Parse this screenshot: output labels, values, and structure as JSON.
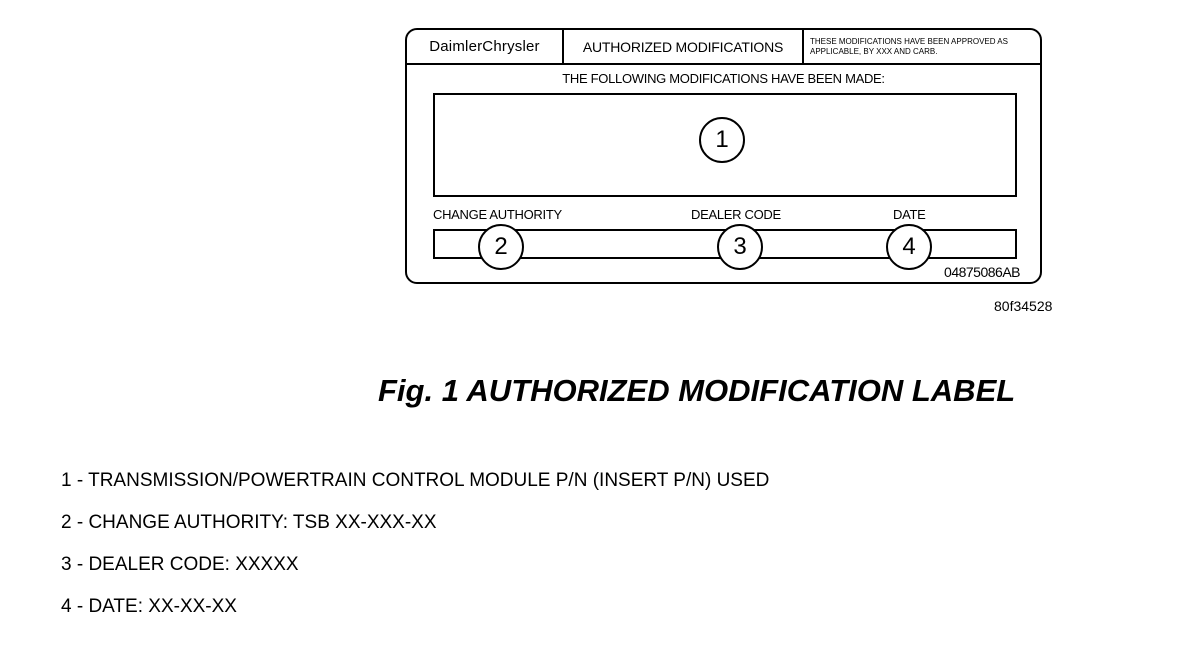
{
  "label": {
    "brand": "DaimlerChrysler",
    "title": "AUTHORIZED MODIFICATIONS",
    "approval_note": "THESE MODIFICATIONS HAVE BEEN APPROVED AS APPLICABLE, BY XXX AND CARB.",
    "following_text": "THE FOLLOWING MODIFICATIONS HAVE BEEN MADE:",
    "fields": {
      "change_authority": "CHANGE AUTHORITY",
      "dealer_code": "DEALER CODE",
      "date": "DATE"
    },
    "callouts": [
      "1",
      "2",
      "3",
      "4"
    ],
    "part_code": "04875086AB"
  },
  "figure_code": "80f34528",
  "caption": "Fig. 1 AUTHORIZED MODIFICATION LABEL",
  "legend": [
    "1 - TRANSMISSION/POWERTRAIN CONTROL MODULE P/N (INSERT P/N) USED",
    "2 - CHANGE AUTHORITY: TSB XX-XXX-XX",
    "3 - DEALER CODE: XXXXX",
    "4 - DATE: XX-XX-XX"
  ]
}
